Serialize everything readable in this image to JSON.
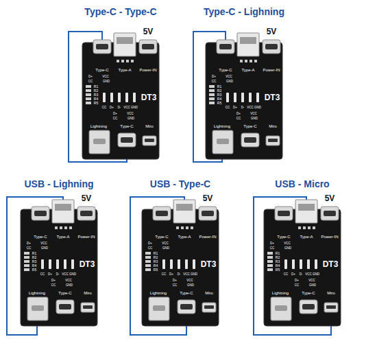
{
  "diagram": {
    "nodes": [
      {
        "text": [
          "Type-C - Type-C",
          "5V",
          "Type-C",
          "Type-A",
          "Power-IN",
          "D+",
          "VCC",
          "CC",
          "GND",
          "R1",
          "R2",
          "R3",
          "R4",
          "R5",
          "CC",
          "D+",
          "D-",
          "VCC",
          "GND",
          "DT3",
          "D+",
          "VCC",
          "CC",
          "GND",
          "Lightning",
          "Type-C",
          "Miro"
        ]
      },
      {
        "text": [
          "Type-C - Lighning",
          "5V",
          "Type-C",
          "Type-A",
          "Power-IN",
          "D+",
          "VCC",
          "CC",
          "GND",
          "R1",
          "R2",
          "R3",
          "R4",
          "R5",
          "CC",
          "D+",
          "D-",
          "VCC",
          "GND",
          "DT3",
          "D+",
          "VCC",
          "CC",
          "GND",
          "Lightning",
          "Type-C",
          "Miro"
        ]
      },
      {
        "text": [
          "USB - Lighning",
          "5V",
          "Type-C",
          "Type-A",
          "Power-IN",
          "D+",
          "VCC",
          "CC",
          "GND",
          "R1",
          "R2",
          "R3",
          "R4",
          "R5",
          "CC",
          "D+",
          "D-",
          "VCC",
          "GND",
          "DT3",
          "D+",
          "VCC",
          "CC",
          "GND",
          "Lightning",
          "Type-C",
          "Miro"
        ]
      },
      {
        "text": [
          "USB - Type-C",
          "5V",
          "Type-C",
          "Type-A",
          "Power-IN",
          "D+",
          "VCC",
          "CC",
          "GND",
          "R1",
          "R2",
          "R3",
          "R4",
          "R5",
          "CC",
          "D+",
          "D-",
          "VCC",
          "GND",
          "DT3",
          "D+",
          "VCC",
          "CC",
          "GND",
          "Lightning",
          "Type-C",
          "Miro"
        ]
      },
      {
        "text": [
          "USB - Micro",
          "5V",
          "Type-C",
          "Type-A",
          "Power-IN",
          "D+",
          "VCC",
          "CC",
          "GND",
          "R1",
          "R2",
          "R3",
          "R4",
          "R5",
          "CC",
          "D+",
          "D-",
          "VCC",
          "GND",
          "DT3",
          "D+",
          "VCC",
          "CC",
          "GND",
          "Lightning",
          "Type-C",
          "Miro"
        ]
      }
    ]
  }
}
